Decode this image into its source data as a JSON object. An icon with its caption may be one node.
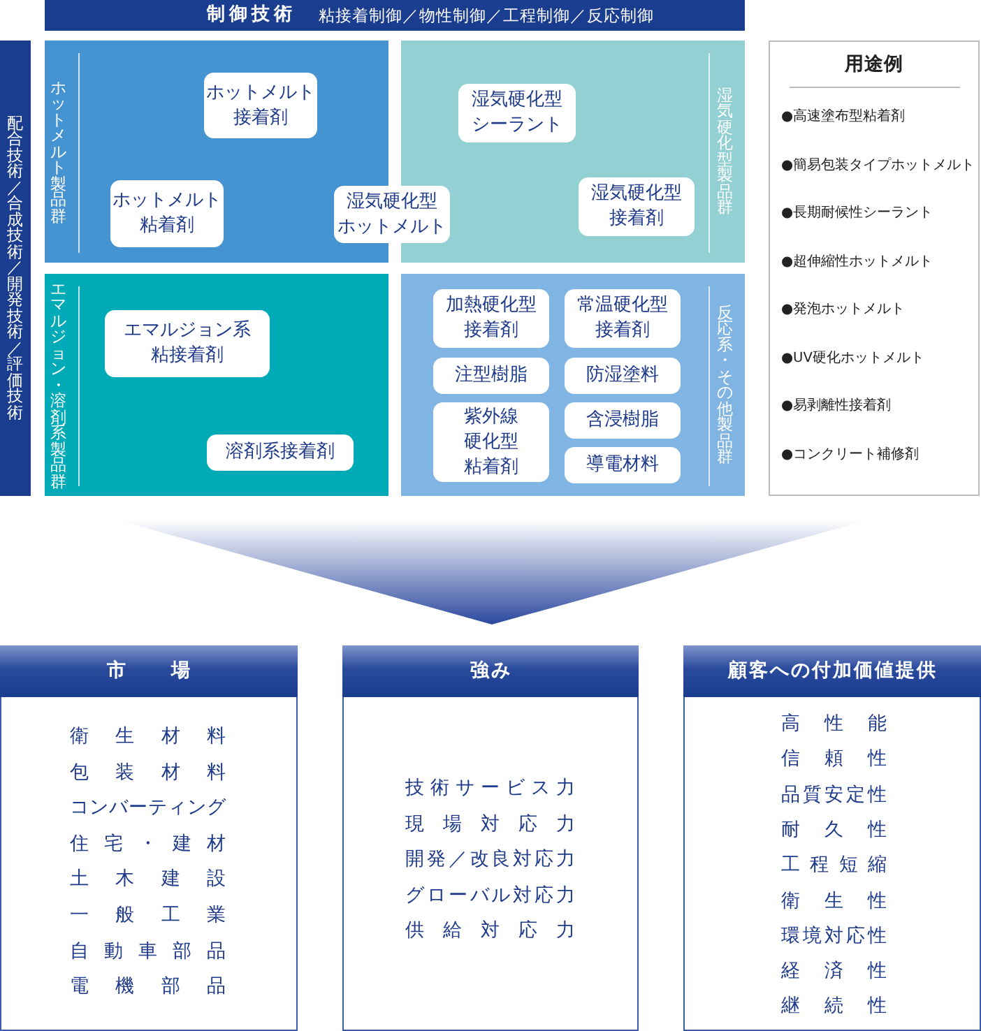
{
  "diagram": {
    "nodes": [
      {
        "text": [
          "制御技術",
          "粘接着制御／物性制御／工程制御／反応制御"
        ]
      },
      {
        "text": [
          "配合技術／合成技術／開発技術／評価技術"
        ]
      },
      {
        "text": [
          "ホットメルト製品群"
        ]
      },
      {
        "text": [
          "ホットメルト接着剤"
        ],
        "in": 2
      },
      {
        "text": [
          "ホットメルト粘着剤"
        ],
        "in": 2
      },
      {
        "text": [
          "湿気硬化型ホットメルト"
        ]
      },
      {
        "text": [
          "湿気硬化型製品群"
        ]
      },
      {
        "text": [
          "湿気硬化型シーラント"
        ],
        "in": 6
      },
      {
        "text": [
          "湿気硬化型接着剤"
        ],
        "in": 6
      },
      {
        "text": [
          "エマルジョン・溶剤系製品群"
        ]
      },
      {
        "text": [
          "エマルジョン系粘接着剤"
        ],
        "in": 9
      },
      {
        "text": [
          "溶剤系接着剤"
        ],
        "in": 9
      },
      {
        "text": [
          "反応系・その他製品群"
        ]
      },
      {
        "text": [
          "加熱硬化型接着剤"
        ],
        "in": 12
      },
      {
        "text": [
          "常温硬化型接着剤"
        ],
        "in": 12
      },
      {
        "text": [
          "注型樹脂"
        ],
        "in": 12
      },
      {
        "text": [
          "防湿塗料"
        ],
        "in": 12
      },
      {
        "text": [
          "紫外線硬化型粘着剤"
        ],
        "in": 12
      },
      {
        "text": [
          "含浸樹脂"
        ],
        "in": 12
      },
      {
        "text": [
          "導電材料"
        ],
        "in": 12
      },
      {
        "text": [
          "用途例",
          "●高速塗布型粘着剤",
          "●簡易包装タイプホットメルト",
          "●長期耐候性シーラント",
          "●超伸縮性ホットメルト",
          "●発泡ホットメルト",
          "●UV硬化ホットメルト",
          "●易剥離性接着剤",
          "●コンクリート補修剤"
        ]
      },
      {
        "text": [
          "市場",
          "衛生材料",
          "包装材料",
          "コンバーティング",
          "住宅・建材",
          "土木建設",
          "一般工業",
          "自動車部品",
          "電機部品"
        ]
      },
      {
        "text": [
          "強み",
          "技術サービス力",
          "現場対応力",
          "開発／改良対応力",
          "グローバル対応力",
          "供給対応力"
        ]
      },
      {
        "text": [
          "顧客への付加価値提供",
          "高性能",
          "信頼性",
          "品質安定性",
          "耐久性",
          "工程短縮",
          "衛生性",
          "環境対応性",
          "経済性",
          "継続性"
        ]
      }
    ]
  }
}
